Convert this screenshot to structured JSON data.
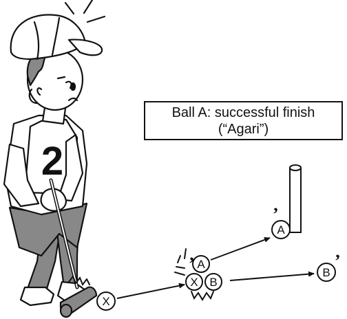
{
  "caption": {
    "line1": "Ball A: successful finish",
    "line2": "(“Agari”)"
  },
  "player": {
    "bib_number": "2"
  },
  "balls": {
    "x": "X",
    "a": "A",
    "b": "B",
    "a_final": "A",
    "b_final": "B"
  },
  "prime_mark": "’"
}
